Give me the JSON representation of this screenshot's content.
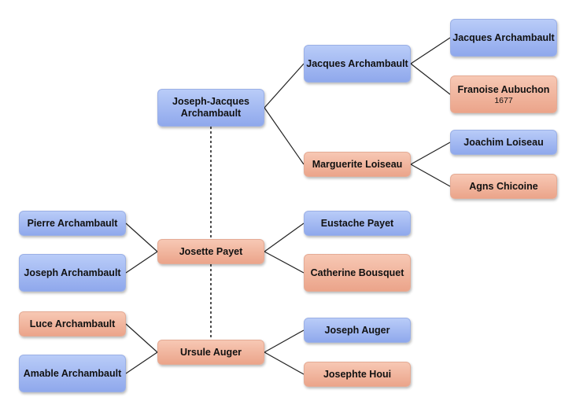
{
  "people": {
    "joseph_jacques": {
      "name": "Joseph-Jacques Archambault",
      "sex": "male"
    },
    "jacques_father": {
      "name": "Jacques Archambault",
      "sex": "male"
    },
    "marguerite_loiseau": {
      "name": "Marguerite Loiseau",
      "sex": "female"
    },
    "jacques_grandfather": {
      "name": "Jacques Archambault",
      "sex": "male"
    },
    "franoise_aubuchon": {
      "name": "Franoise Aubuchon",
      "detail": "1677",
      "sex": "female"
    },
    "joachim_loiseau": {
      "name": "Joachim Loiseau",
      "sex": "male"
    },
    "agns_chicoine": {
      "name": "Agns Chicoine",
      "sex": "female"
    },
    "josette_payet": {
      "name": "Josette Payet",
      "sex": "female"
    },
    "pierre_archambault": {
      "name": "Pierre Archambault",
      "sex": "male"
    },
    "joseph_archambault": {
      "name": "Joseph Archambault",
      "sex": "male"
    },
    "eustache_payet": {
      "name": "Eustache Payet",
      "sex": "male"
    },
    "catherine_bousquet": {
      "name": "Catherine Bousquet",
      "sex": "female"
    },
    "ursule_auger": {
      "name": "Ursule Auger",
      "sex": "female"
    },
    "luce_archambault": {
      "name": "Luce Archambault",
      "sex": "female"
    },
    "amable_archambault": {
      "name": "Amable Archambault",
      "sex": "male"
    },
    "joseph_auger": {
      "name": "Joseph Auger",
      "sex": "male"
    },
    "josephte_houi": {
      "name": "Josephte Houi",
      "sex": "female"
    }
  },
  "parent_links": [
    {
      "child": "joseph_jacques",
      "parent": "jacques_father"
    },
    {
      "child": "joseph_jacques",
      "parent": "marguerite_loiseau"
    },
    {
      "child": "jacques_father",
      "parent": "jacques_grandfather"
    },
    {
      "child": "jacques_father",
      "parent": "franoise_aubuchon"
    },
    {
      "child": "marguerite_loiseau",
      "parent": "joachim_loiseau"
    },
    {
      "child": "marguerite_loiseau",
      "parent": "agns_chicoine"
    },
    {
      "child": "josette_payet",
      "parent": "eustache_payet"
    },
    {
      "child": "josette_payet",
      "parent": "catherine_bousquet"
    },
    {
      "child": "ursule_auger",
      "parent": "joseph_auger"
    },
    {
      "child": "ursule_auger",
      "parent": "josephte_houi"
    }
  ],
  "child_links": [
    {
      "parent": "josette_payet",
      "child": "pierre_archambault"
    },
    {
      "parent": "josette_payet",
      "child": "joseph_archambault"
    },
    {
      "parent": "ursule_auger",
      "child": "luce_archambault"
    },
    {
      "parent": "ursule_auger",
      "child": "amable_archambault"
    }
  ],
  "spouse_links": [
    {
      "a": "joseph_jacques",
      "b": "josette_payet"
    },
    {
      "a": "josette_payet",
      "b": "ursule_auger"
    }
  ],
  "colors": {
    "male": "#a4b9f3",
    "female": "#f1b7a1",
    "line": "#222222"
  }
}
